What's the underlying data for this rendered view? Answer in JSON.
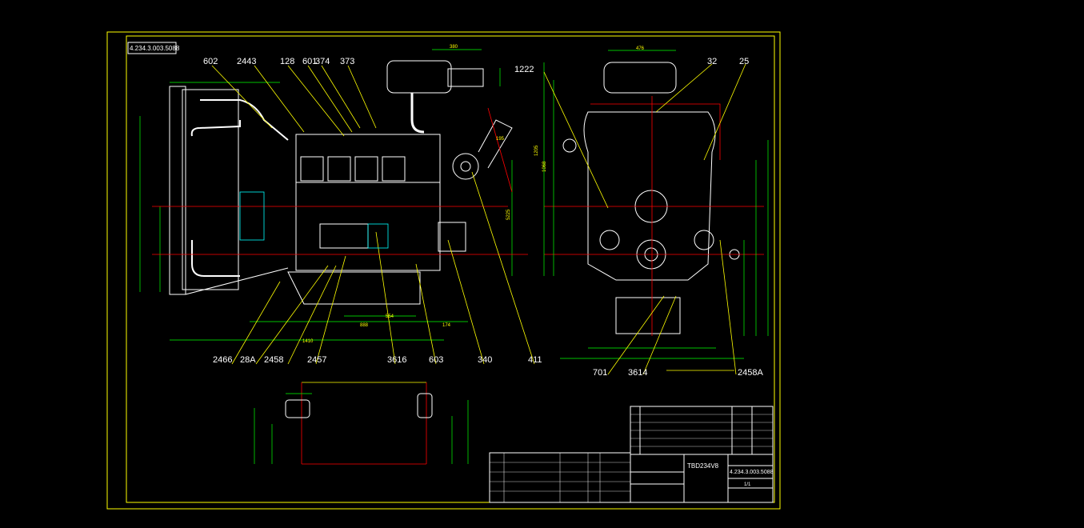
{
  "drawing": {
    "id_tag": "4.234.3.003.5088",
    "callouts_side": [
      "602",
      "2443",
      "128",
      "601",
      "374",
      "373",
      "1222",
      "32",
      "25"
    ],
    "callouts_bottom": [
      "2466",
      "28A",
      "2458",
      "2457",
      "3616",
      "603",
      "340",
      "411",
      "701",
      "3614",
      "2458A"
    ],
    "dims_top": [
      "380",
      "476"
    ],
    "dims_misc": [
      "195",
      "1068",
      "1205",
      "5225",
      "888",
      "554",
      "174",
      "1410"
    ],
    "title_block": {
      "model": "TBD234V8",
      "drawing_no": "4.234.3.003.5088",
      "sheet": "1/1"
    }
  },
  "colors": {
    "background": "#000000",
    "frame": "#ffff00",
    "outline": "#ffffff",
    "dimension": "#00ff00",
    "centerline": "#ff0000",
    "leader": "#ffff00",
    "detail": "#00ffff"
  }
}
